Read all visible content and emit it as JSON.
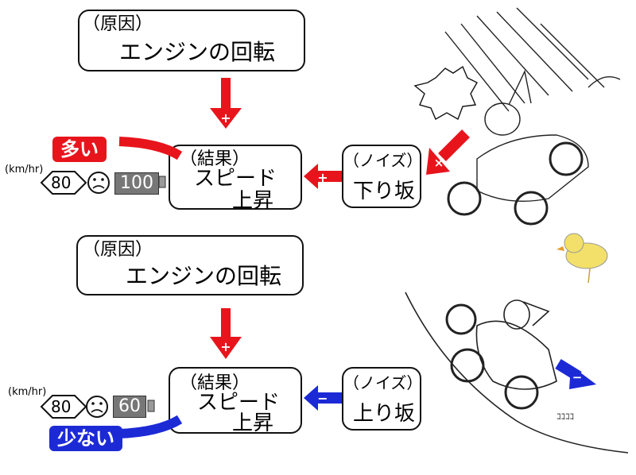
{
  "top": {
    "cause_label": "（原因）",
    "cause_text": "エンジンの回転",
    "effect_label": "（結果）",
    "effect_line1": "スピード",
    "effect_line2": "上昇",
    "noise_label": "（ノイズ）",
    "noise_text": "下り坂",
    "arrow_down_sign": "+",
    "arrow_left_sign": "+",
    "noise_arrow_sign": "×",
    "tag": "多い",
    "unit": "(km/hr)",
    "speed_sign": "80",
    "speed_value": "100"
  },
  "bottom": {
    "cause_label": "（原因）",
    "cause_text": "エンジンの回転",
    "effect_label": "（結果）",
    "effect_line1": "スピード",
    "effect_line2": "上昇",
    "noise_label": "（ノイズ）",
    "noise_text": "上り坂",
    "arrow_down_sign": "+",
    "arrow_left_sign": "−",
    "noise_arrow_sign": "−",
    "tag": "少ない",
    "unit": "(km/hr)",
    "speed_sign": "80",
    "speed_value": "60"
  },
  "colors": {
    "red": "#e8141c",
    "blue": "#1c2ad6",
    "gray": "#777777"
  }
}
